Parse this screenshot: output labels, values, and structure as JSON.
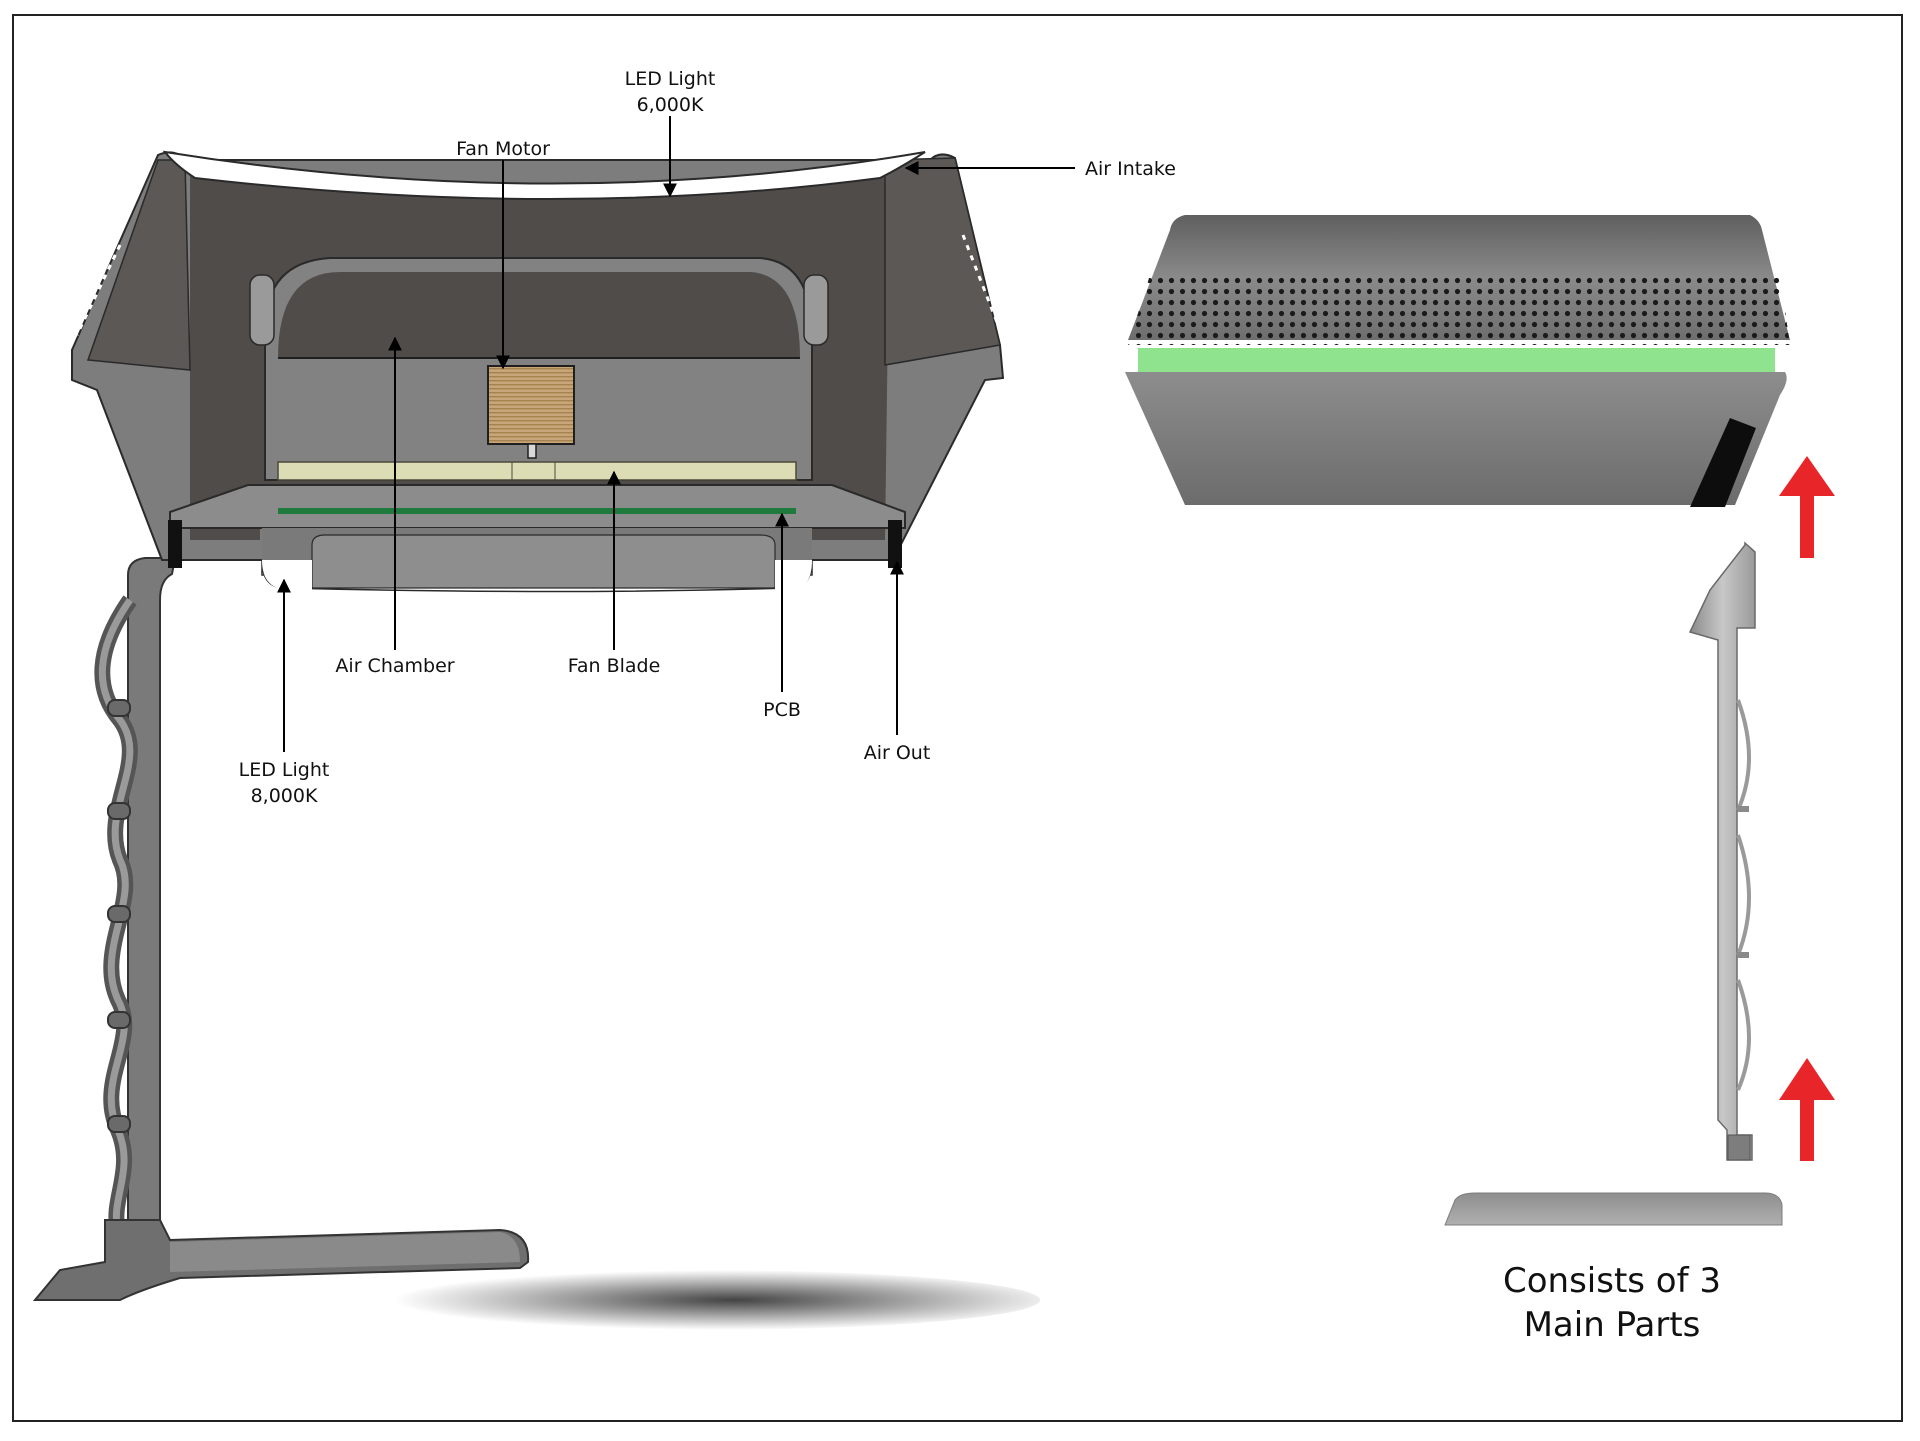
{
  "labels": {
    "led_top": "LED Light",
    "led_top_temp": "6,000K",
    "fan_motor": "Fan Motor",
    "air_intake": "Air Intake",
    "air_chamber": "Air Chamber",
    "fan_blade": "Fan Blade",
    "pcb": "PCB",
    "air_out": "Air Out",
    "led_bottom": "LED Light",
    "led_bottom_temp": "8,000K"
  },
  "caption": {
    "line1": "Consists of 3",
    "line2": "Main Parts"
  },
  "colors": {
    "shell_dark": "#4f4c49",
    "shell_mid": "#7d7d7d",
    "shell_light": "#a3a3a3",
    "motor": "#c9a67a",
    "fan_blade": "#ddddb5",
    "pcb": "#1f7a3d",
    "led_green": "#8fe38f",
    "arrow_red": "#e8262a"
  }
}
